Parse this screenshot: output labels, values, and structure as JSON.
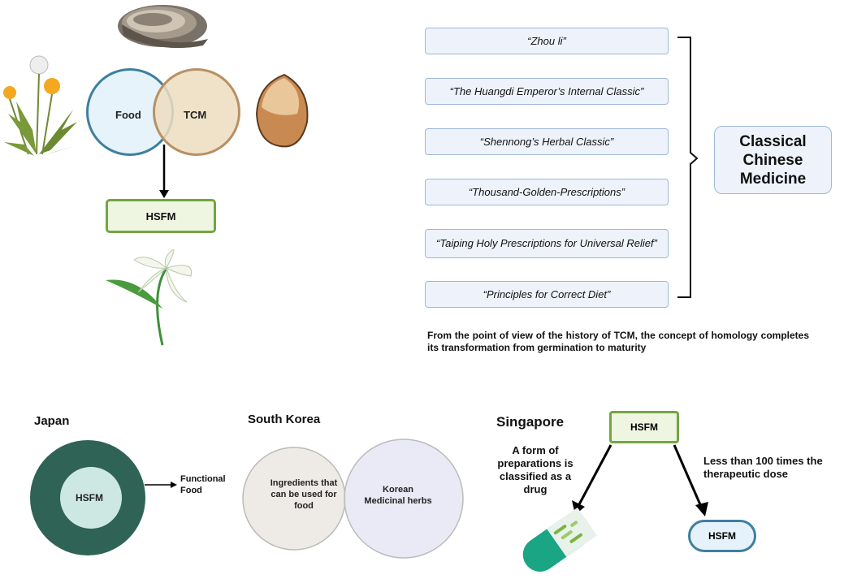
{
  "venn": {
    "food_label": "Food",
    "tcm_label": "TCM",
    "result_label": "HSFM"
  },
  "classics": [
    "“Zhou li”",
    "“The Huangdi Emperor’s Internal Classic”",
    "“Shennong’s Herbal Classic”",
    "“Thousand-Golden-Prescriptions”",
    "“Taiping Holy Prescriptions for Universal Relief”",
    "“Principles for Correct Diet”"
  ],
  "classical_chinese_medicine": "Classical\nChinese\nMedicine",
  "caption": "From the point of view of the history of TCM, the concept of homology completes its transformation from germination to maturity",
  "japan": {
    "title": "Japan",
    "inner_label": "HSFM",
    "arrow_label": "Functional Food"
  },
  "south_korea": {
    "title": "South Korea",
    "left_label": "Ingredients that can be used for food",
    "right_label": "Korean Medicinal herbs"
  },
  "singapore": {
    "title": "Singapore",
    "top_label": "HSFM",
    "left_text": "A form of preparations is classified as a drug",
    "right_text": "Less than 100 times the therapeutic dose",
    "right_box_label": "HSFM"
  },
  "colors": {
    "food_fill": "#e6f3fa",
    "tcm_fill": "#ecddbe",
    "hsfm_border": "#72a640",
    "japan_ring": "#2e6356",
    "japan_inner": "#cde7e2",
    "capsule_teal": "#1aa584"
  },
  "icons": [
    "oyster-icon",
    "dandelion-icon",
    "almond-icon",
    "lily-icon",
    "capsule-icon"
  ]
}
